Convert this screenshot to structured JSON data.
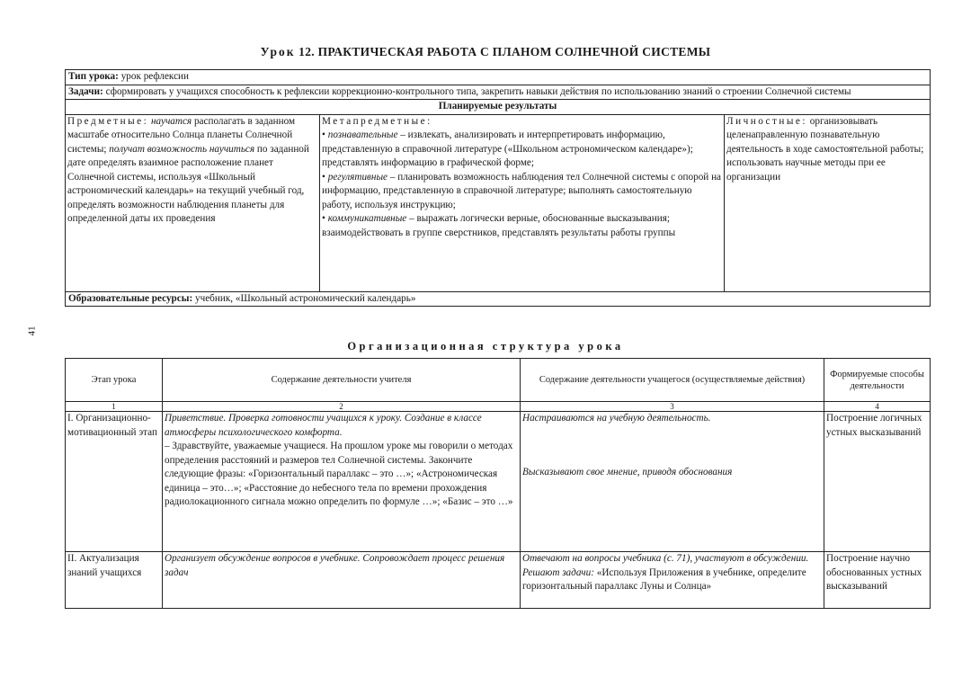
{
  "page_number": "41",
  "title": {
    "prefix": "Урок",
    "text": " 12. ПРАКТИЧЕСКАЯ РАБОТА С ПЛАНОМ СОЛНЕЧНОЙ СИСТЕМЫ"
  },
  "lesson": {
    "type_label": "Тип урока:",
    "type_value": " урок рефлексии",
    "tasks_label": "Задачи:",
    "tasks_value": " сформировать у учащихся способность к рефлексии коррекционно-контрольного типа, закрепить навыки действия по использованию знаний о строении Солнечной системы",
    "planned_results": "Планируемые результаты",
    "subject_label": "Предметные:",
    "subject_i1": "научатся",
    "subject_t1": " располагать в заданном масштабе относительно Солнца планеты Солнечной системы; ",
    "subject_i2": "получат возможность научиться",
    "subject_t2": " по заданной дате определять взаимное расположение планет Солнечной системы, используя «Школьный астрономический календарь» на текущий учебный год, определять возможности наблюдения планеты для определенной даты их проведения",
    "meta_label": "Метапредметные:",
    "meta_p1_i": "познавательные",
    "meta_p1_t": " – извлекать, анализировать и интерпретировать информацию, представленную в справочной литературе («Школьном астрономическом календаре»); представлять информацию в графической форме;",
    "meta_p2_i": "регулятивные",
    "meta_p2_t": " – планировать возможность наблюдения тел Солнечной системы с опорой на информацию, представленную в справочной литературе; выполнять самостоятельную работу, используя инструкцию;",
    "meta_p3_i": "коммуникативные",
    "meta_p3_t": " – выражать логически верные, обоснованные высказывания; взаимодействовать в группе сверстников, представлять результаты работы группы",
    "personal_label": "Личностные:",
    "personal_text": " организовывать целенаправленную познавательную деятельность в ходе самостоятельной работы; использовать научные методы при ее организации",
    "resources_label": "Образовательные ресурсы:",
    "resources_value": " учебник, «Школьный астрономический календарь»"
  },
  "structure": {
    "title": "Организационная структура урока",
    "headers": [
      "Этап урока",
      "Содержание деятельности учителя",
      "Содержание деятельности учащегося (осуществляемые действия)",
      "Формируемые способы деятельности"
    ],
    "numbers": [
      "1",
      "2",
      "3",
      "4"
    ],
    "rows": [
      {
        "stage": "I. Организационно-мотивационный этап",
        "teacher_i": "Приветствие. Проверка готовности учащихся к уроку. Создание в классе атмосферы психологического комфорта.",
        "teacher_t": "– Здравствуйте, уважаемые учащиеся. На прошлом уроке мы говорили о методах определения расстояний и размеров тел Солнечной системы. Закончите следующие фразы: «Горизонтальный параллакс – это …»; «Астрономическая единица – это…»; «Расстояние до небесного тела по времени прохождения радиолокационного сигнала можно определить по формуле …»; «Базис – это …»",
        "student_i1": "Настраиваются на учебную деятельность.",
        "student_i2": "Высказывают свое мнение, приводя обоснования",
        "skills": "Построение логичных устных высказываний"
      },
      {
        "stage": "II. Актуализация знаний учащихся",
        "teacher_i": "Организует обсуждение вопросов в учебнике. Сопровождает процесс решения задач",
        "student_i": "Отвечают на вопросы учебника (с. 71), участвуют в обсуждении. Решают задачи:",
        "student_t": " «Используя Приложения в учебнике, определите горизонтальный параллакс Луны и Солнца»",
        "skills": "Построение научно обоснованных устных высказываний"
      }
    ]
  }
}
